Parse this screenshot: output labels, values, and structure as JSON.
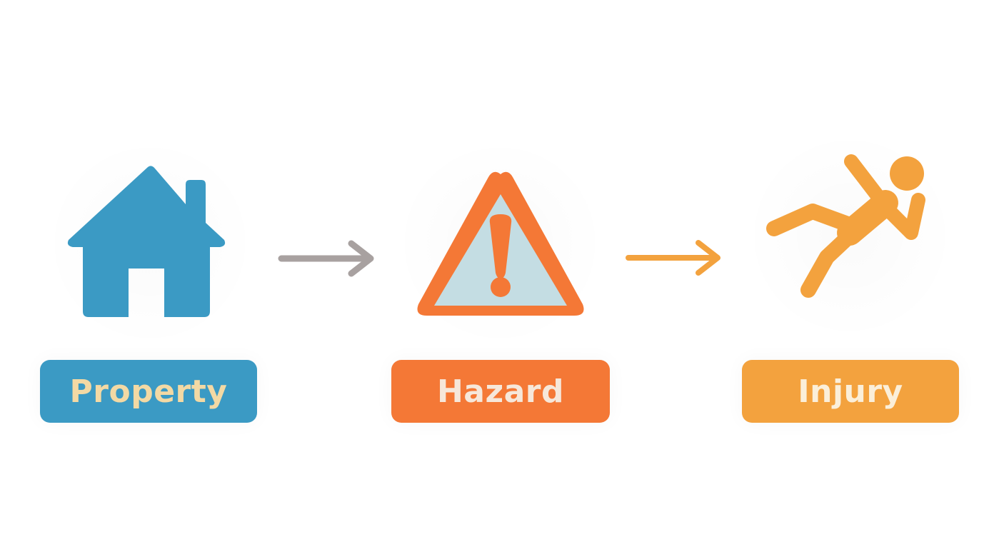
{
  "steps": [
    {
      "id": "property",
      "label": "Property",
      "icon": "house-icon",
      "color": "#3B9AC4",
      "text_color": "#F3D9A4"
    },
    {
      "id": "hazard",
      "label": "Hazard",
      "icon": "warning-triangle-icon",
      "color": "#F47836",
      "text_color": "#F6E7DA"
    },
    {
      "id": "injury",
      "label": "Injury",
      "icon": "falling-person-icon",
      "color": "#F3A23E",
      "text_color": "#FBEFD9"
    }
  ],
  "connectors": [
    {
      "from": "property",
      "to": "hazard",
      "icon": "arrow-right-icon",
      "color": "#A8A1A0"
    },
    {
      "from": "hazard",
      "to": "injury",
      "icon": "arrow-right-icon",
      "color": "#F3A23E"
    }
  ],
  "colors": {
    "background": "#FFFFFF",
    "triangle_fill": "#C4DDE3"
  }
}
